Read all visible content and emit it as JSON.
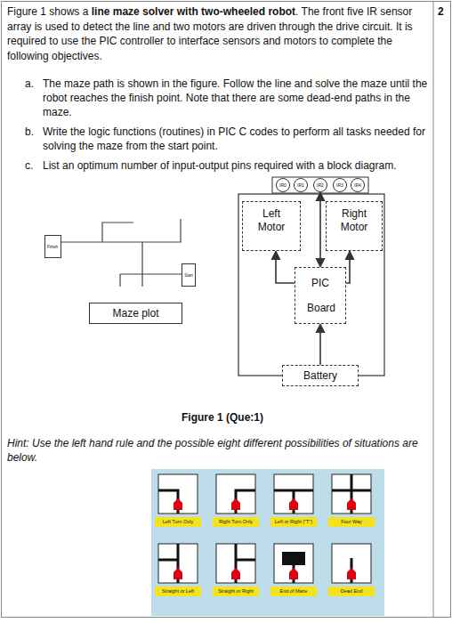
{
  "diagram": {
    "caption": "Figure 1 (Que:1)",
    "nodes": [
      {
        "text": [
          "Maze plot"
        ]
      },
      {
        "text": [
          "Finish"
        ]
      },
      {
        "text": [
          "Start"
        ]
      },
      {
        "text": [
          "IR0"
        ]
      },
      {
        "text": [
          "IR1"
        ]
      },
      {
        "text": [
          "IR2"
        ]
      },
      {
        "text": [
          "IR3"
        ]
      },
      {
        "text": [
          "IR4"
        ]
      },
      {
        "text": [
          "Left Motor"
        ]
      },
      {
        "text": [
          "Right Motor"
        ]
      },
      {
        "text": [
          "PIC Board"
        ]
      },
      {
        "text": [
          "Battery"
        ]
      },
      {
        "text": [
          "Left Turn Only"
        ]
      },
      {
        "text": [
          "Right Turn Only"
        ]
      },
      {
        "text": [
          "Left or Right (\"T\")"
        ]
      },
      {
        "text": [
          "Four Way"
        ]
      },
      {
        "text": [
          "Straight or Left"
        ]
      },
      {
        "text": [
          "Straight or Right"
        ]
      },
      {
        "text": [
          "End of Maze"
        ]
      },
      {
        "text": [
          "Dead End"
        ]
      }
    ],
    "edges": [
      {
        "from": 10,
        "to": 5,
        "arrow": "both"
      },
      {
        "from": 10,
        "to": 8,
        "arrow": "to"
      },
      {
        "from": 10,
        "to": 9,
        "arrow": "to"
      },
      {
        "from": 11,
        "to": 10,
        "arrow": "to"
      }
    ],
    "labels": [
      "2",
      "Figure 1 shows a",
      "line maze solver with two-wheeled robot",
      ". The front five IR sensor array is used to detect the line and two motors are driven through the drive circuit. It is required to use the PIC controller to interface sensors and motors to complete the following objectives.",
      "a.",
      "The maze path is shown in the figure. Follow the line and solve the maze until the robot reaches the finish point. Note that there are some dead-end paths in the maze.",
      "b.",
      "Write the logic functions (routines) in PIC C codes to perform all tasks needed for solving the maze from the start point.",
      "c.",
      "List an optimum number of input-output pins required with a block diagram.",
      "Hint: Use the left hand rule and the possible eight different possibilities of situations are below."
    ]
  }
}
